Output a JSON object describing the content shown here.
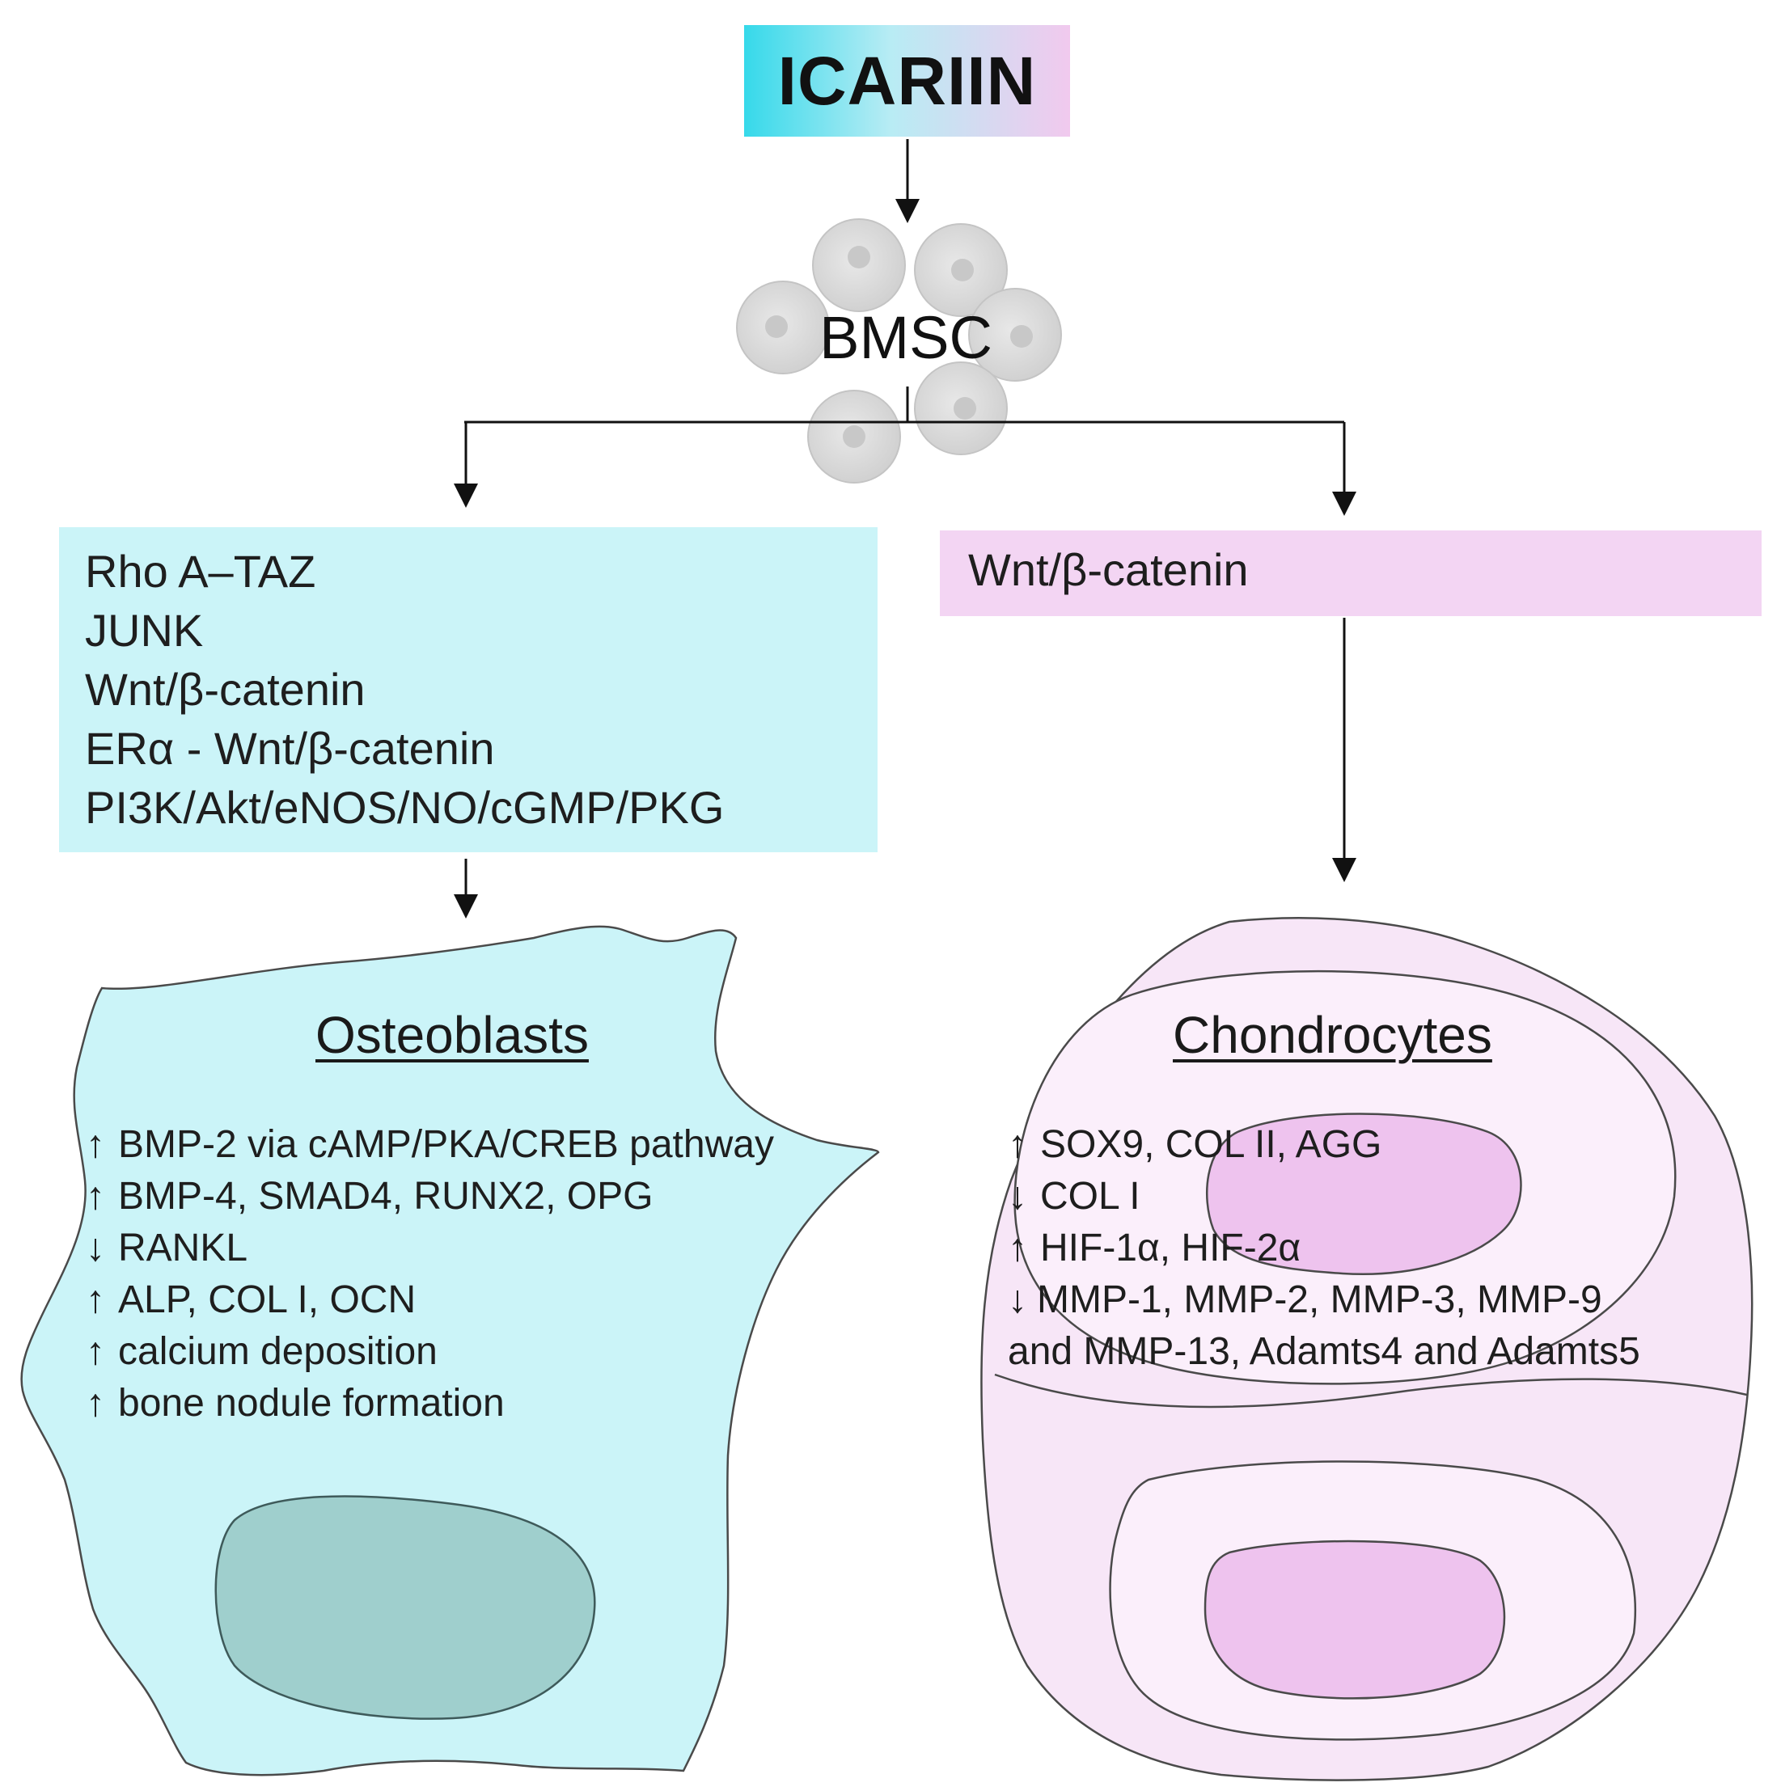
{
  "top": {
    "title": "ICARIIN"
  },
  "stem_cell": {
    "label": "BMSC"
  },
  "osteogenic_pathways": {
    "items": [
      "Rho A–TAZ",
      "JUNK",
      "Wnt/β-catenin",
      "ERα - Wnt/β-catenin",
      "PI3K/Akt/eNOS/NO/cGMP/PKG"
    ]
  },
  "chondrogenic_pathway": {
    "label": "Wnt/β-catenin"
  },
  "osteoblasts": {
    "title": "Osteoblasts",
    "effects": [
      {
        "arrow": "↑",
        "text": "BMP-2 via cAMP/PKA/CREB pathway"
      },
      {
        "arrow": "↑",
        "text": "BMP-4, SMAD4, RUNX2, OPG"
      },
      {
        "arrow": "↓",
        "text": "RANKL"
      },
      {
        "arrow": "↑",
        "text": "ALP, COL I, OCN"
      },
      {
        "arrow": "↑",
        "text": "calcium deposition"
      },
      {
        "arrow": "↑",
        "text": "bone nodule formation"
      }
    ]
  },
  "chondrocytes": {
    "title": "Chondrocytes",
    "effects": [
      {
        "arrow": "↑",
        "text": "SOX9, COL II, AGG"
      },
      {
        "arrow": "↓",
        "text": "COL I"
      },
      {
        "arrow": "↑",
        "text": "HIF-1α, HIF-2α"
      },
      {
        "arrow": "↓",
        "text": "MMP-1, MMP-2, MMP-3, MMP-9"
      },
      {
        "arrow": "",
        "text": "and MMP-13, Adamts4 and Adamts5"
      }
    ]
  },
  "colors": {
    "osteo_fill": "#cbf4f8",
    "osteo_nucleus": "#9fcfcd",
    "chondro_fill": "#f7e6f7",
    "chondro_nucleus": "#eec3ee",
    "bmsc_cell": "#d9d9d9",
    "arrow": "#111111"
  }
}
